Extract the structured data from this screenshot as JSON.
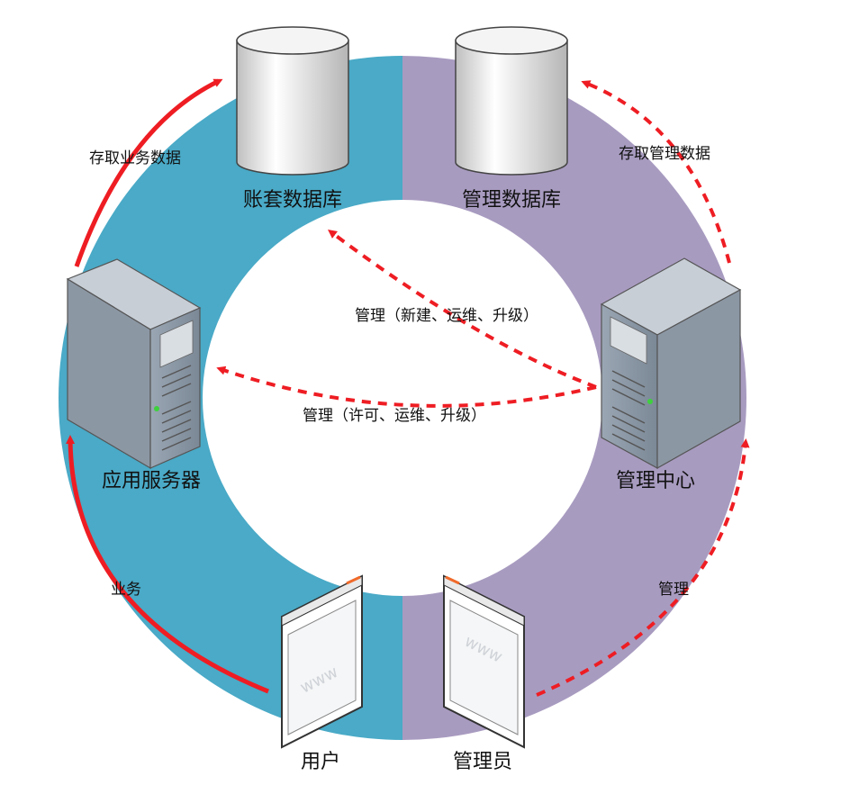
{
  "nodes": {
    "accounting_db": "账套数据库",
    "management_db": "管理数据库",
    "app_server": "应用服务器",
    "management_center": "管理中心",
    "user": "用户",
    "admin": "管理员"
  },
  "edges": {
    "access_business_data": "存取业务数据",
    "access_management_data": "存取管理数据",
    "manage_db": "管理（新建、运维、升级）",
    "manage_server": "管理（许可、运维、升级）",
    "business": "业务",
    "management": "管理"
  },
  "browser_text": "www",
  "colors": {
    "ring_left": "#4aaac7",
    "ring_right": "#a89bc0",
    "arrow": "#ee1d23"
  }
}
